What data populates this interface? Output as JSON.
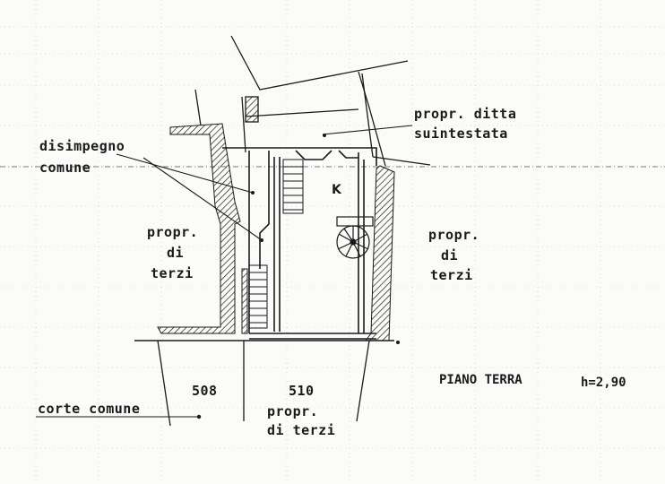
{
  "labels": {
    "disimpegno_line1": "disimpegno",
    "disimpegno_line2": "comune",
    "ditta_line1": "propr. ditta",
    "ditta_line2": "suintestata",
    "terzi_left_line1": "propr.",
    "terzi_left_line2": "di",
    "terzi_left_line3": "terzi",
    "terzi_right_line1": "propr.",
    "terzi_right_line2": "di",
    "terzi_right_line3": "terzi",
    "terzi_bottom_line1": "propr.",
    "terzi_bottom_line2": "di terzi",
    "kitchen": "K",
    "parcel_508": "508",
    "parcel_510": "510",
    "corte_comune": "corte comune",
    "piano_terra": "PIANO TERRA",
    "height": "h=2,90"
  },
  "colors": {
    "ink": "#1a1a1a",
    "grid": "#9a9a9a",
    "paper": "#fbfbf9"
  }
}
